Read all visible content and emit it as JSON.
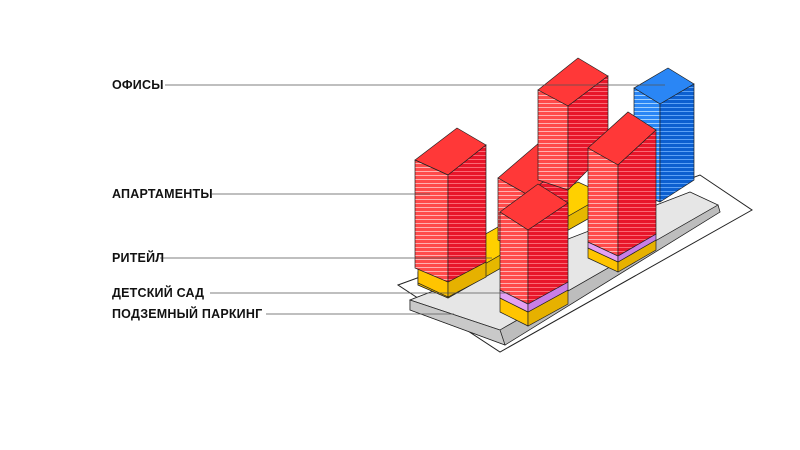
{
  "diagram": {
    "labels": {
      "offices": "ОФИСЫ",
      "apartments": "АПАРТАМЕНТЫ",
      "retail": "РИТЕЙЛ",
      "kindergarten": "ДЕТСКИЙ САД",
      "parking": "ПОДЗЕМНЫЙ ПАРКИНГ"
    },
    "colors": {
      "offices": "#1a7cf0",
      "apartments": "#ff2b2b",
      "retail": "#ffd000",
      "kindergarten": "#d98cf2",
      "parking": "#d3d3d3"
    }
  }
}
